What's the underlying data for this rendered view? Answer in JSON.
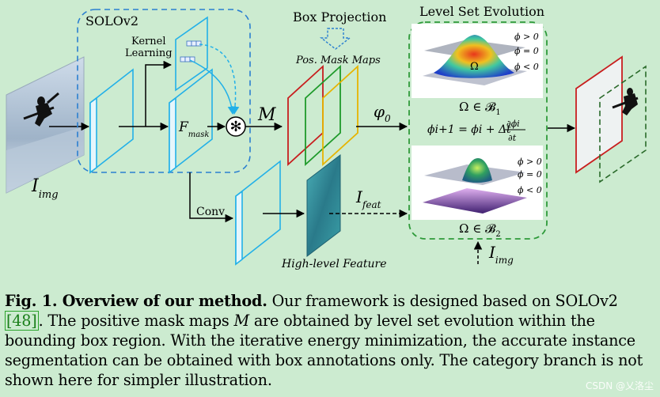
{
  "figure": {
    "solov2_label": "SOLOv2",
    "kernel_learning": [
      "Kernel",
      "Learning"
    ],
    "f_mask_main": "F",
    "f_mask_sub": "mask",
    "m_label": "M",
    "conv_label": "Conv",
    "box_projection": "Box Projection",
    "pos_mask_maps": "Pos. Mask Maps",
    "phi0_main": "φ",
    "phi0_sub": "0",
    "level_set_title": "Level Set Evolution",
    "omega": "Ω",
    "phi_gt": "ϕ > 0",
    "phi_eq": "ϕ = 0",
    "phi_lt": "ϕ < 0",
    "omega_b1_main": "Ω ∈ 𝓑",
    "omega_b1_sub": "1",
    "omega_b2_main": "Ω ∈ 𝓑",
    "omega_b2_sub": "2",
    "update_lhs": "ϕi+1 = ϕi + Δt",
    "update_num": "∂ϕi",
    "update_den": "∂t",
    "i_img_main": "I",
    "i_img_sub": "img",
    "i_feat_main": "I",
    "i_feat_sub": "feat",
    "high_level_feature": "High-level Feature"
  },
  "caption": {
    "label": "Fig. 1. Overview of our method.",
    "text_1": "Our framework is designed based on SOLOv2",
    "citation": "[48]",
    "text_2": ".",
    "text_3": "The positive mask maps",
    "m_symbol": "M",
    "text_4": "are obtained by level set evolution within the bounding box region. With the iterative energy minimization, the accurate instance segmentation can be obtained with box annotations only. The category branch is not shown here for simpler illustration."
  },
  "watermark": "CSDN @乂洛尘",
  "colors": {
    "background": "#ccebd0",
    "cyan": "#22b0e8",
    "blue_dash": "#2a7fd0",
    "green_dash": "#2e9a3a",
    "red_map": "#c81e1e",
    "green_map": "#1e9a2a",
    "yellow_map": "#e6b400",
    "citation": "#1a7f1a"
  }
}
